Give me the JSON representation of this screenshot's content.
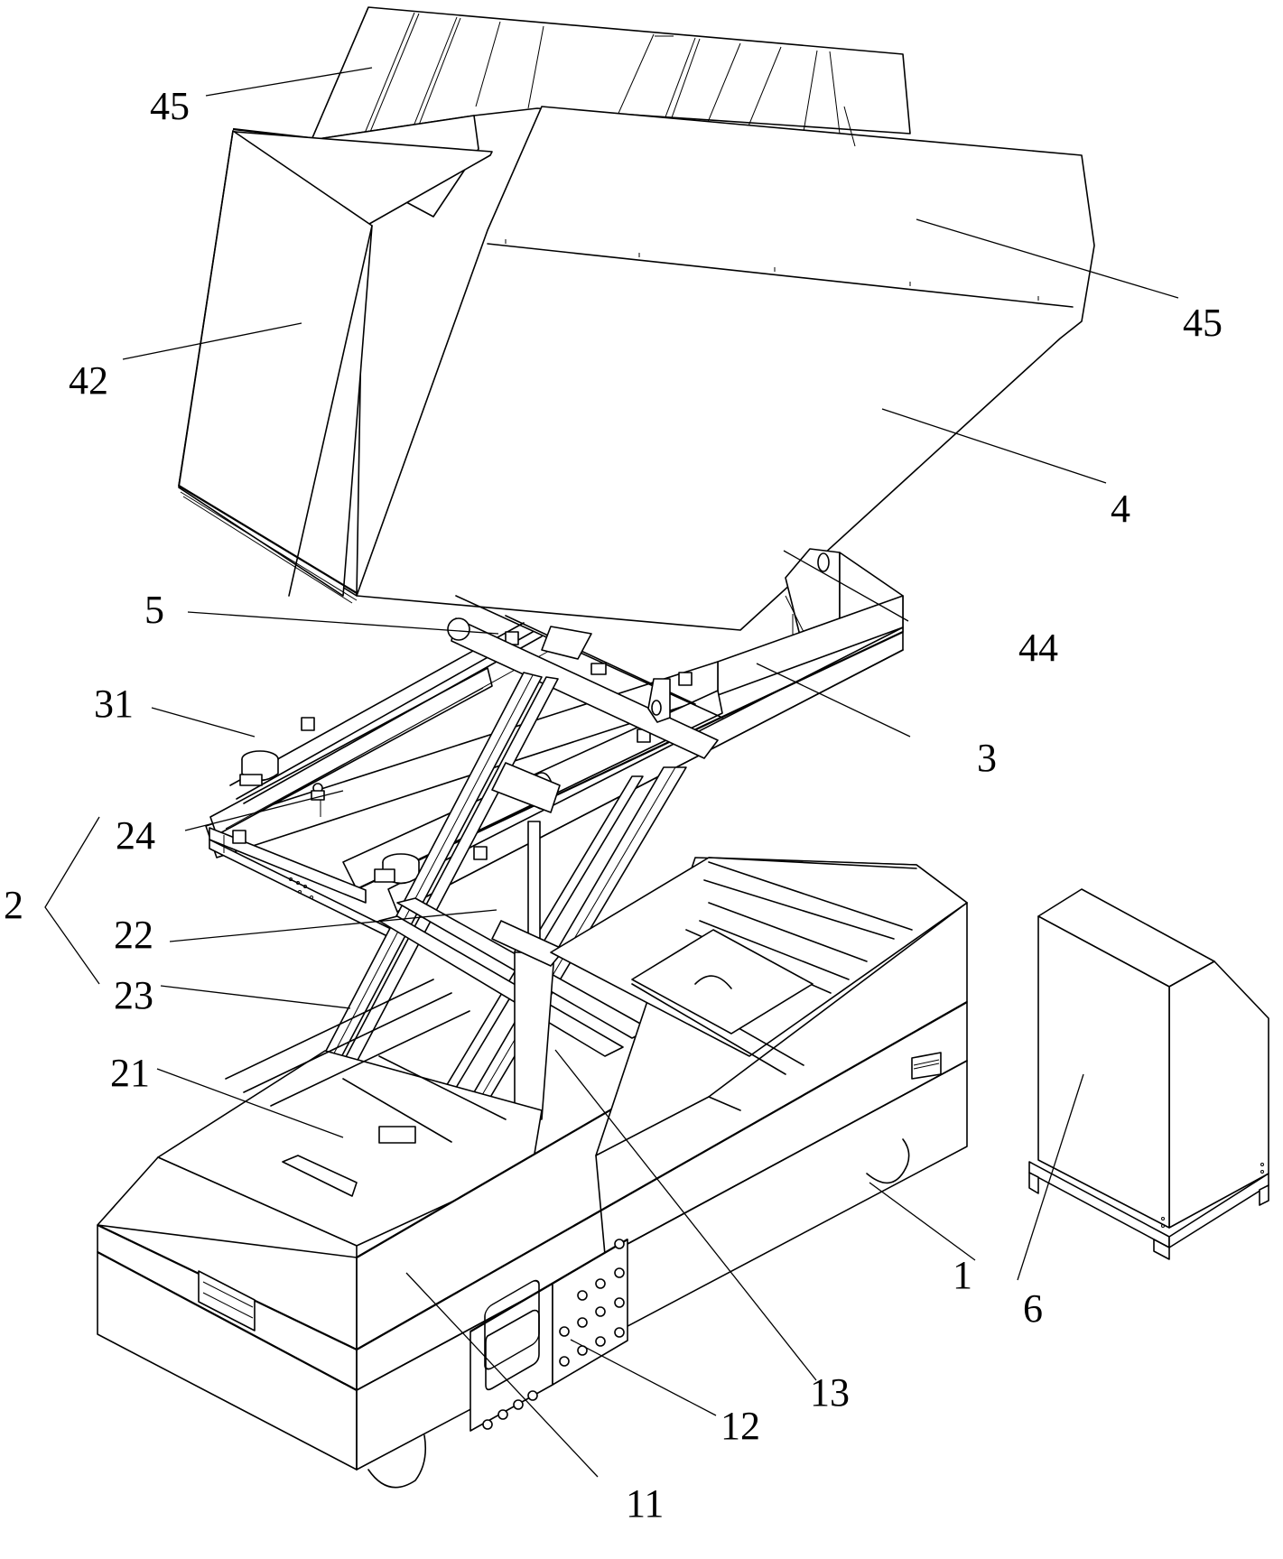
{
  "figure": {
    "type": "patent-drawing",
    "description": "Mobile lifting device with scissor lift, tilting hopper and separate cabinet",
    "background_color": "#ffffff",
    "line_color": "#000000"
  },
  "labels": [
    {
      "id": "lbl-45-top",
      "text": "45",
      "part": "hopper side panel (rear)"
    },
    {
      "id": "lbl-45-right",
      "text": "45",
      "part": "hopper side panel (front)"
    },
    {
      "id": "lbl-42",
      "text": "42",
      "part": "hopper end panel"
    },
    {
      "id": "lbl-4",
      "text": "4",
      "part": "hopper"
    },
    {
      "id": "lbl-44",
      "text": "44",
      "part": "hinge bracket"
    },
    {
      "id": "lbl-5",
      "text": "5",
      "part": "tilt cylinder"
    },
    {
      "id": "lbl-3",
      "text": "3",
      "part": "platform frame"
    },
    {
      "id": "lbl-31",
      "text": "31",
      "part": "platform actuator"
    },
    {
      "id": "lbl-24",
      "text": "24",
      "part": "lift sensor"
    },
    {
      "id": "lbl-22",
      "text": "22",
      "part": "lift cylinder"
    },
    {
      "id": "lbl-2",
      "text": "2",
      "part": "scissor lift assembly"
    },
    {
      "id": "lbl-23",
      "text": "23",
      "part": "scissor arm"
    },
    {
      "id": "lbl-21",
      "text": "21",
      "part": "scissor base"
    },
    {
      "id": "lbl-1",
      "text": "1",
      "part": "vehicle body"
    },
    {
      "id": "lbl-6",
      "text": "6",
      "part": "control cabinet"
    },
    {
      "id": "lbl-13",
      "text": "13",
      "part": "internal frame"
    },
    {
      "id": "lbl-12",
      "text": "12",
      "part": "control panel"
    },
    {
      "id": "lbl-11",
      "text": "11",
      "part": "body side panel"
    }
  ]
}
